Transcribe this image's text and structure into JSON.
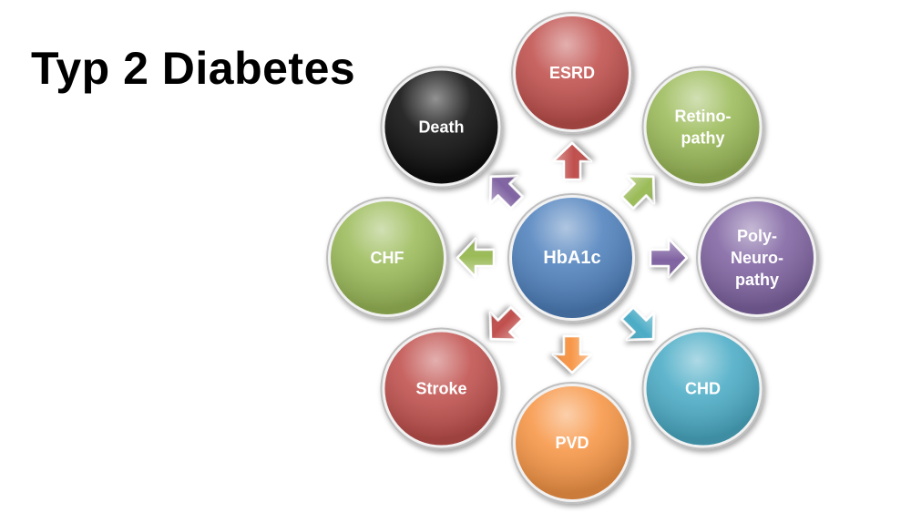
{
  "title": "Typ 2 Diabetes",
  "center": {
    "label": "HbA1c",
    "color": "#4f81bd"
  },
  "nodes": [
    {
      "id": "esrd",
      "lines": [
        "ESRD"
      ],
      "color": "#c0504d",
      "arrow_color": "#c0504d",
      "icon": "arrow-up-icon"
    },
    {
      "id": "retinopathy",
      "lines": [
        "Retino-",
        "pathy"
      ],
      "color": "#9bbb59",
      "arrow_color": "#9bbb59",
      "icon": "arrow-up-right-icon"
    },
    {
      "id": "polyneuropathy",
      "lines": [
        "Poly-",
        "Neuro-",
        "pathy"
      ],
      "color": "#8064a2",
      "arrow_color": "#8064a2",
      "icon": "arrow-right-icon"
    },
    {
      "id": "chd",
      "lines": [
        "CHD"
      ],
      "color": "#4bacc6",
      "arrow_color": "#4bacc6",
      "icon": "arrow-down-right-icon"
    },
    {
      "id": "pvd",
      "lines": [
        "PVD"
      ],
      "color": "#f79646",
      "arrow_color": "#f79646",
      "icon": "arrow-down-icon"
    },
    {
      "id": "stroke",
      "lines": [
        "Stroke"
      ],
      "color": "#c0504d",
      "arrow_color": "#c0504d",
      "icon": "arrow-down-left-icon"
    },
    {
      "id": "chf",
      "lines": [
        "CHF"
      ],
      "color": "#9bbb59",
      "arrow_color": "#9bbb59",
      "icon": "arrow-left-icon"
    },
    {
      "id": "death",
      "lines": [
        "Death"
      ],
      "color": "#0d0d0d",
      "arrow_color": "#8064a2",
      "icon": "arrow-up-left-icon"
    }
  ]
}
